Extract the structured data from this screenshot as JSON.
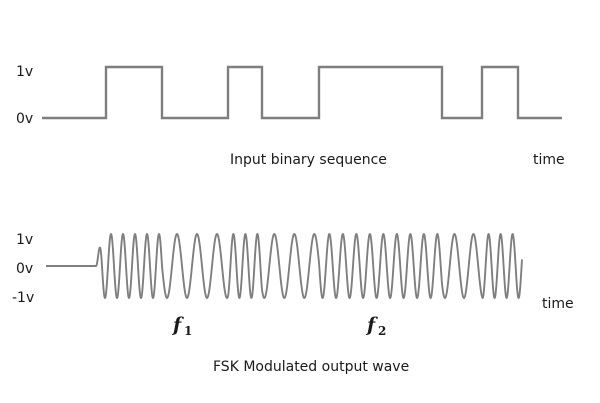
{
  "top_panel": {
    "level_high": "1v",
    "level_low": "0v",
    "caption": "Input binary sequence",
    "time_label": "time",
    "bits": [
      0,
      1,
      0,
      1,
      0,
      1,
      1,
      0,
      1,
      0
    ]
  },
  "bottom_panel": {
    "level_high": "1v",
    "level_zero": "0v",
    "level_low": "-1v",
    "caption": "FSK Modulated output wave",
    "time_label": "time",
    "freq_high_symbol": "f",
    "freq_high_sub": "1",
    "freq_low_symbol": "f",
    "freq_low_sub": "2"
  },
  "colors": {
    "signal": "#7f7f7f",
    "text": "#1a1a1a"
  }
}
